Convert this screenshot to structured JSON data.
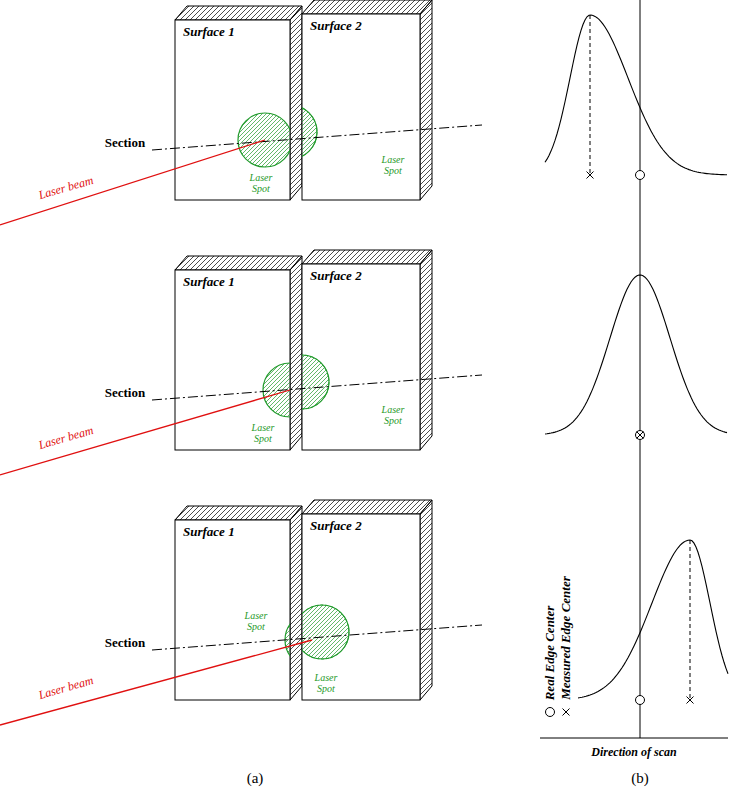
{
  "diagram": {
    "nodes": [
      {
        "text": [
          "Surface 1",
          "Laser Spot"
        ]
      },
      {
        "text": [
          "Surface 2",
          "Laser Spot"
        ]
      },
      {
        "text": [
          "Surface 1",
          "Laser Spot"
        ]
      },
      {
        "text": [
          "Surface 2",
          "Laser Spot"
        ]
      },
      {
        "text": [
          "Surface 1",
          "Laser Spot"
        ]
      },
      {
        "text": [
          "Surface 2",
          "Laser Spot"
        ]
      }
    ],
    "labels": [
      "Section",
      "Laser beam",
      "Section",
      "Laser beam",
      "Section",
      "Laser beam",
      "Direction of scan",
      "(a)",
      "(b)"
    ],
    "legend": [
      {
        "text": "Real Edge Center"
      },
      {
        "text": "Measured Edge Center"
      }
    ]
  }
}
